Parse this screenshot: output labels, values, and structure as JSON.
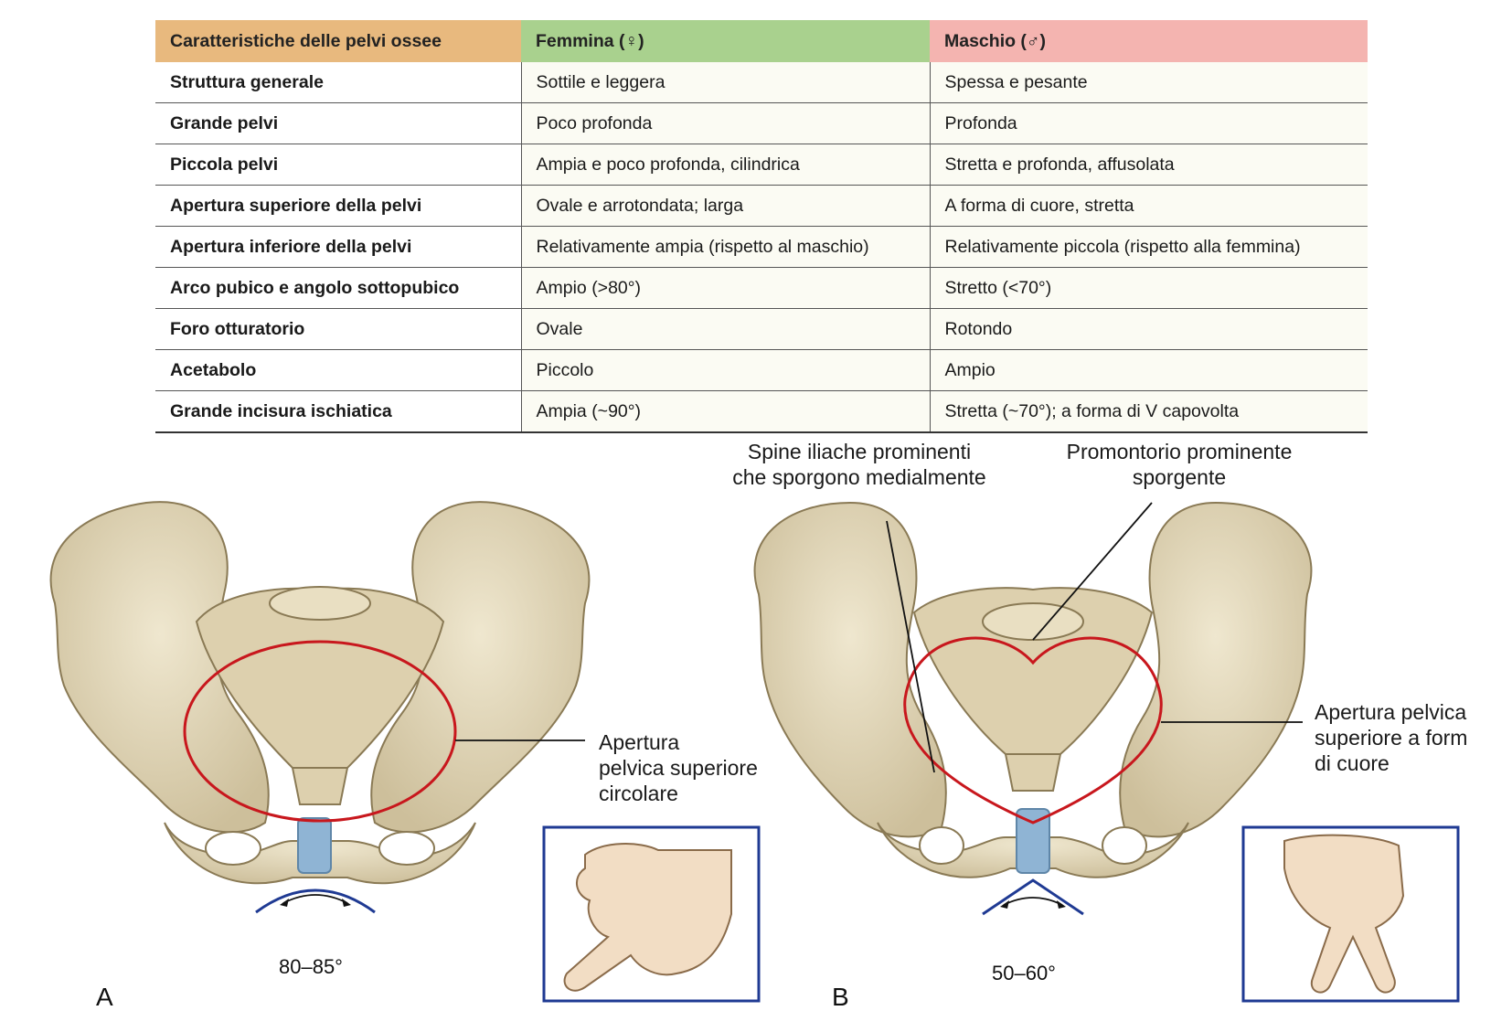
{
  "table": {
    "headers": [
      "Caratteristiche delle pelvi ossee",
      "Femmina (♀)",
      "Maschio (♂)"
    ],
    "header_colors": [
      "#e8b97e",
      "#a9d18e",
      "#f4b4b0"
    ],
    "rows": [
      [
        "Struttura generale",
        "Sottile e leggera",
        "Spessa e pesante"
      ],
      [
        "Grande pelvi",
        "Poco profonda",
        "Profonda"
      ],
      [
        "Piccola pelvi",
        "Ampia e poco profonda, cilindrica",
        "Stretta e profonda, affusolata"
      ],
      [
        "Apertura superiore della pelvi",
        "Ovale e arrotondata; larga",
        "A forma di cuore, stretta"
      ],
      [
        "Apertura inferiore della pelvi",
        "Relativamente ampia (rispetto al maschio)",
        "Relativamente piccola (rispetto alla femmina)"
      ],
      [
        "Arco pubico e angolo sottopubico",
        "Ampio (>80°)",
        "Stretto (<70°)"
      ],
      [
        "Foro otturatorio",
        "Ovale",
        "Rotondo"
      ],
      [
        "Acetabolo",
        "Piccolo",
        "Ampio"
      ],
      [
        "Grande incisura ischiatica",
        "Ampia (~90°)",
        "Stretta (~70°); a forma di V capovolta"
      ]
    ]
  },
  "figure": {
    "panel_a": {
      "letter": "A",
      "inlet_label_lines": [
        "Apertura",
        "pelvica superiore",
        "circolare"
      ],
      "angle": "80–85°"
    },
    "panel_b": {
      "letter": "B",
      "spine_label_lines": [
        "Spine iliache prominenti",
        "che sporgono medialmente"
      ],
      "promontory_label_lines": [
        "Promontorio prominente",
        "sporgente"
      ],
      "inlet_label_lines": [
        "Apertura pelvica",
        "superiore a form",
        "di cuore"
      ],
      "angle": "50–60°"
    },
    "colors": {
      "bone": "#e6dcc0",
      "bone_shadow": "#c9b995",
      "inlet_outline": "#c8171d",
      "cartilage": "#8fb4d4",
      "arc": "#1f3a93",
      "inset_border": "#1f3a93",
      "skin": "#f2ddc4"
    }
  }
}
